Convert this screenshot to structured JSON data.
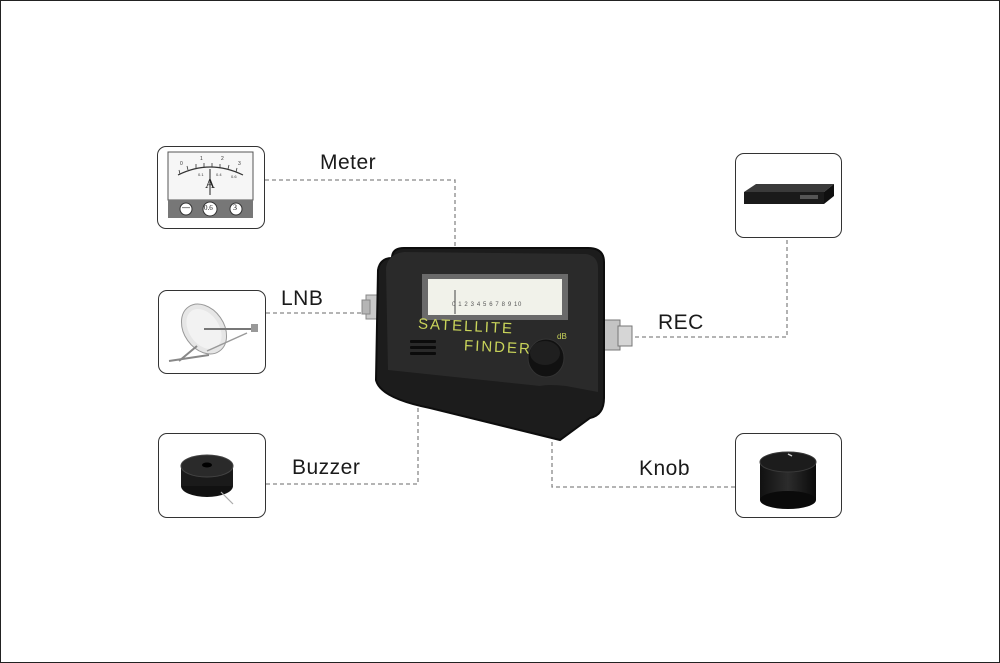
{
  "labels": {
    "meter": "Meter",
    "lnb": "LNB",
    "buzzer": "Buzzer",
    "rec": "REC",
    "knob": "Knob"
  },
  "device": {
    "line1": "SATELLITE",
    "line2": "FINDER",
    "db_mark": "dB",
    "scale": "0 1 2 3 4 5 6 7 8 9 10"
  },
  "meter_thumb": {
    "unit": "A",
    "ticks": [
      "0",
      "1",
      "2",
      "3"
    ],
    "inner_ticks": [
      "0.1",
      "0.4",
      "0.6"
    ],
    "terminals": [
      "—",
      "0.6",
      "3"
    ]
  },
  "colors": {
    "device_body": "#1c1c1c",
    "device_text": "#c9d45a",
    "connector_line": "#888888"
  }
}
